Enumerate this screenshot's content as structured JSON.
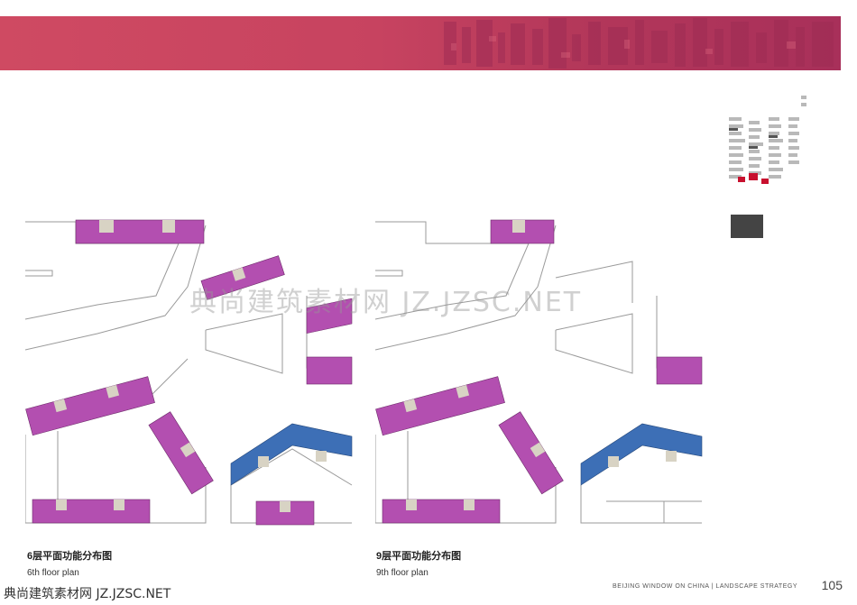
{
  "plans": [
    {
      "title_cn": "6层平面功能分布图",
      "title_en": "6th floor plan"
    },
    {
      "title_cn": "9层平面功能分布图",
      "title_en": "9th floor plan"
    }
  ],
  "watermark": "典尚建筑素材网 JZ.JZSC.NET",
  "watermark_footer": "典尚建筑素材网 JZ.JZSC.NET",
  "footer": {
    "project": "BEIJING WINDOW ON CHINA",
    "separator": "|",
    "section": "LANDSCAPE STRATEGY",
    "page_number": "105"
  },
  "colors": {
    "banner": "#c7435f",
    "function_purple": "#b34fb0",
    "function_blue": "#3d6fb6",
    "core": "#d8d3c4"
  }
}
